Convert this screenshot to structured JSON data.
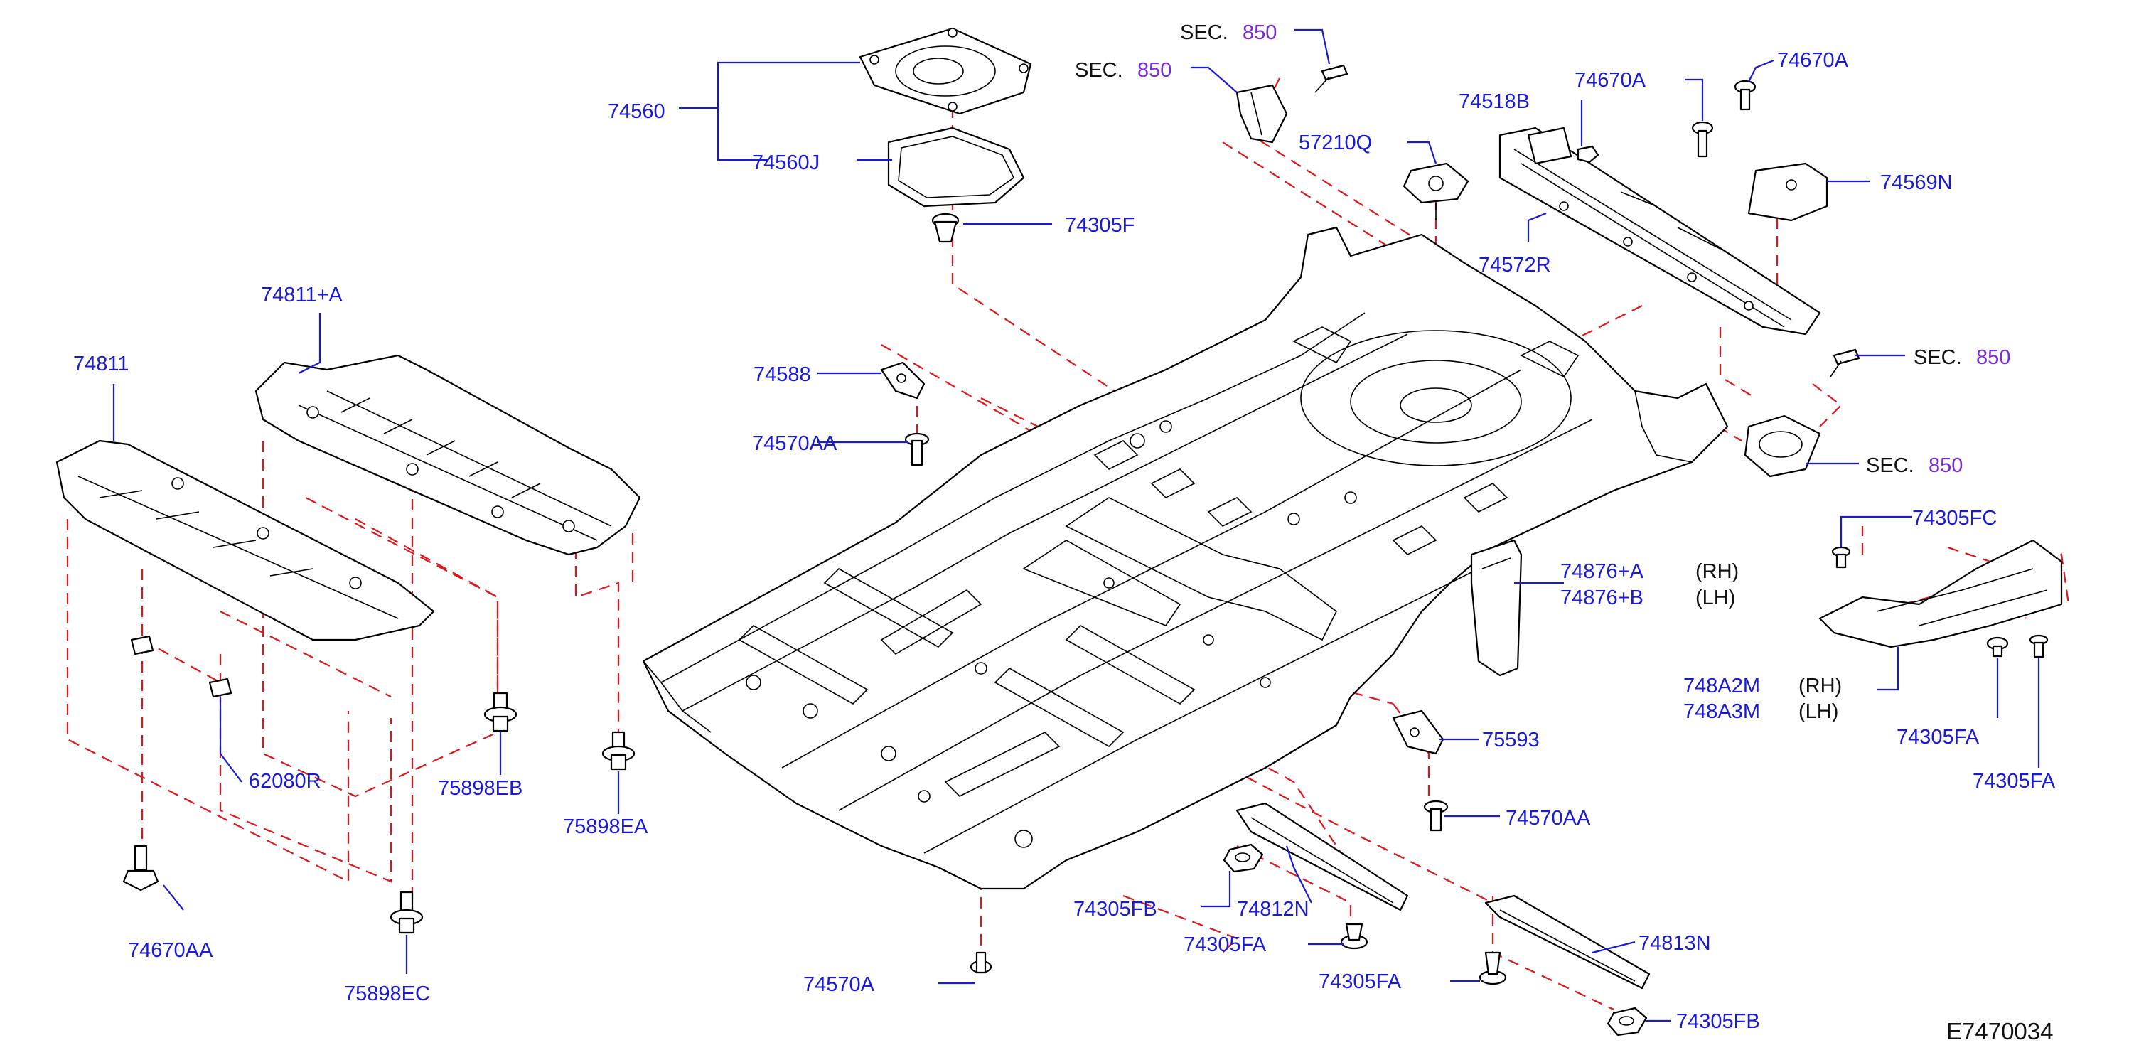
{
  "diagram": {
    "callouts": [
      {
        "id": "74560",
        "text": "74560"
      },
      {
        "id": "74560J",
        "text": "74560J"
      },
      {
        "id": "74305F",
        "text": "74305F"
      },
      {
        "id": "74588",
        "text": "74588"
      },
      {
        "id": "74570AA_left",
        "text": "74570AA"
      },
      {
        "id": "74811plusA",
        "text": "74811+A"
      },
      {
        "id": "74811",
        "text": "74811"
      },
      {
        "id": "62080R",
        "text": "62080R"
      },
      {
        "id": "74670AA",
        "text": "74670AA"
      },
      {
        "id": "75898EB",
        "text": "75898EB"
      },
      {
        "id": "75898EA",
        "text": "75898EA"
      },
      {
        "id": "75898EC",
        "text": "75898EC"
      },
      {
        "id": "57210Q",
        "text": "57210Q"
      },
      {
        "id": "74518B",
        "text": "74518B"
      },
      {
        "id": "74670A_mid",
        "text": "74670A"
      },
      {
        "id": "74670A_right",
        "text": "74670A"
      },
      {
        "id": "74569N",
        "text": "74569N"
      },
      {
        "id": "74572R",
        "text": "74572R"
      },
      {
        "id": "74876plusA",
        "text": "74876+A"
      },
      {
        "id": "74876plusB",
        "text": "74876+B"
      },
      {
        "id": "74305FC",
        "text": "74305FC"
      },
      {
        "id": "748A2M",
        "text": "748A2M"
      },
      {
        "id": "748A3M",
        "text": "748A3M"
      },
      {
        "id": "74305FA_r1",
        "text": "74305FA"
      },
      {
        "id": "74305FA_r2",
        "text": "74305FA"
      },
      {
        "id": "75593",
        "text": "75593"
      },
      {
        "id": "74570AA_right",
        "text": "74570AA"
      },
      {
        "id": "74305FB_left",
        "text": "74305FB"
      },
      {
        "id": "74812N",
        "text": "74812N"
      },
      {
        "id": "74305FA_b1",
        "text": "74305FA"
      },
      {
        "id": "74305FA_b2",
        "text": "74305FA"
      },
      {
        "id": "74813N",
        "text": "74813N"
      },
      {
        "id": "74305FB_right",
        "text": "74305FB"
      },
      {
        "id": "74570A",
        "text": "74570A"
      }
    ],
    "section_refs": [
      {
        "id": "sec1",
        "prefix": "SEC.",
        "number": "850"
      },
      {
        "id": "sec2",
        "prefix": "SEC.",
        "number": "850"
      },
      {
        "id": "sec3",
        "prefix": "SEC.",
        "number": "850"
      },
      {
        "id": "sec4",
        "prefix": "SEC.",
        "number": "850"
      }
    ],
    "side_notes": [
      {
        "id": "rh1",
        "text": "(RH)"
      },
      {
        "id": "lh1",
        "text": "(LH)"
      },
      {
        "id": "rh2",
        "text": "(RH)"
      },
      {
        "id": "lh2",
        "text": "(LH)"
      }
    ],
    "diagram_code": "E7470034",
    "colors": {
      "part_number": "#1a1ad6",
      "section_number": "#7a2bd6",
      "dashed_guide": "#e0161b",
      "outline": "#000000"
    }
  }
}
